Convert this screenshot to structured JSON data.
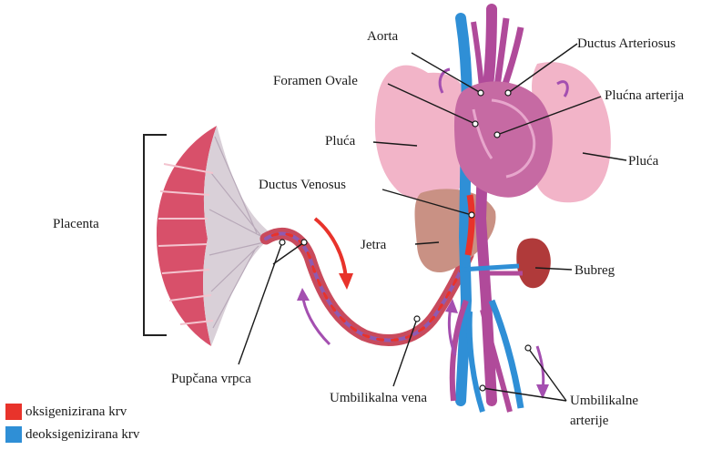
{
  "colors": {
    "oxygenated": "#e8332b",
    "deoxygenated": "#2f8fd6",
    "mixed": "#b04a9a",
    "purple_arrow": "#a44fb0",
    "red_arrow": "#e8332b",
    "lung": "#f2b4c8",
    "liver": "#c99184",
    "kidney": "#b03a3a",
    "heart": "#c66aa3",
    "placenta": "#d8506a"
  },
  "labels": {
    "aorta": "Aorta",
    "ductus_arteriosus": "Ductus Arteriosus",
    "foramen_ovale": "Foramen Ovale",
    "plucna_arterija": "Plućna arterija",
    "pluca_left": "Pluća",
    "pluca_right": "Pluća",
    "ductus_venosus": "Ductus Venosus",
    "placenta": "Placenta",
    "jetra": "Jetra",
    "bubreg": "Bubreg",
    "pupcana_vrpca": "Pupčana vrpca",
    "umbilikalna_vena": "Umbilikalna vena",
    "umbilikalne_arterije_1": "Umbilikalne",
    "umbilikalne_arterije_2": "arterije"
  },
  "legend": {
    "oxygenated_label": "oksigenizirana krv",
    "deoxygenated_label": "deoksigenizirana krv"
  }
}
